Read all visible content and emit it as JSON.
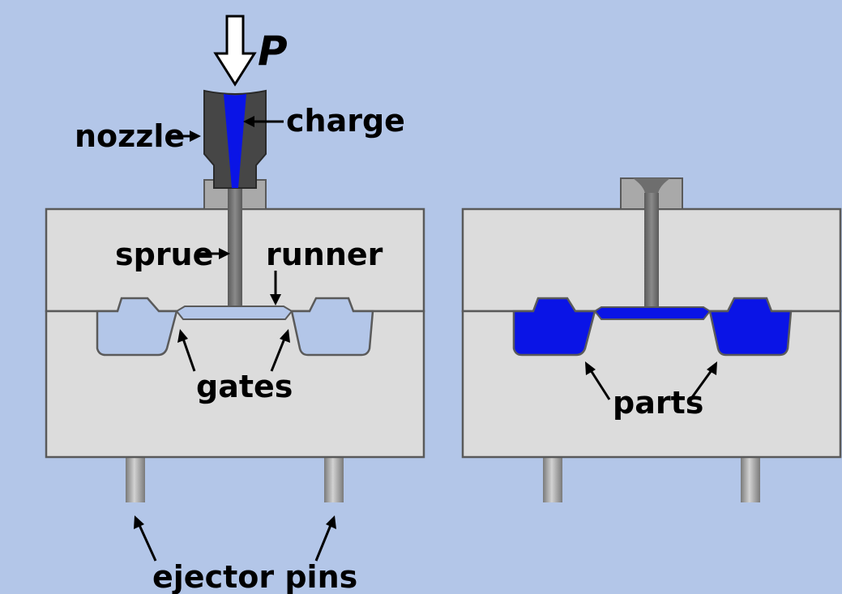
{
  "labels": {
    "pressure": "P",
    "nozzle": "nozzle",
    "charge": "charge",
    "sprue": "sprue",
    "runner": "runner",
    "gates": "gates",
    "ejector_pins": "ejector pins",
    "parts": "parts"
  },
  "colors": {
    "background": "#b3c6e8",
    "mold": "#dcdcdc",
    "mold_outline": "#5a5a5a",
    "nozzle": "#464646",
    "molten_plastic": "#0a14e6",
    "empty_cavity": "#b3c6e8",
    "sprue_channel": "#6e6e6e"
  }
}
